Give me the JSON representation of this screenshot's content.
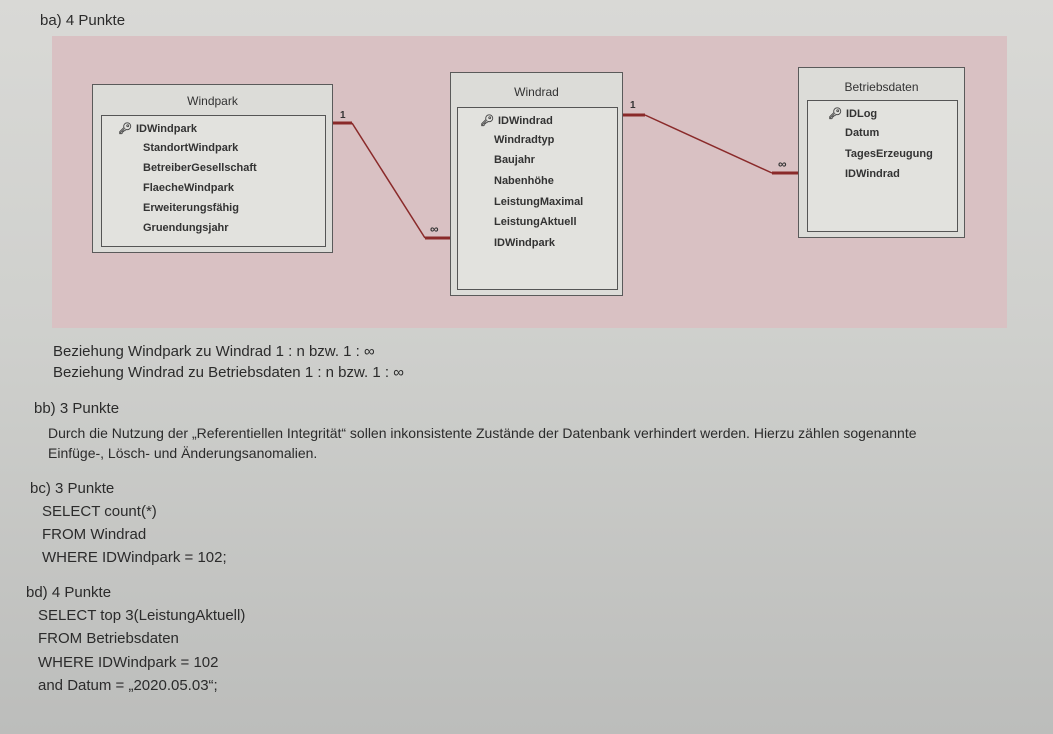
{
  "section_ba": {
    "heading": "ba) 4 Punkte"
  },
  "diagram": {
    "tables": [
      {
        "title": "Windpark",
        "key_field": "IDWindpark",
        "fields": [
          "StandortWindpark",
          "BetreiberGesellschaft",
          "FlaecheWindpark",
          "Erweiterungsfähig",
          "Gruendungsjahr"
        ]
      },
      {
        "title": "Windrad",
        "key_field": "IDWindrad",
        "fields": [
          "Windradtyp",
          "Baujahr",
          "Nabenhöhe",
          "LeistungMaximal",
          "LeistungAktuell",
          "IDWindpark"
        ]
      },
      {
        "title": "Betriebsdaten",
        "key_field": "IDLog",
        "fields": [
          "Datum",
          "TagesErzeugung",
          "IDWindrad"
        ]
      }
    ],
    "relations": [
      {
        "one_label": "1",
        "many_label": "∞"
      },
      {
        "one_label": "1",
        "many_label": "∞"
      }
    ]
  },
  "relations_text": [
    "Beziehung Windpark zu Windrad 1 : n bzw. 1 : ∞",
    "Beziehung Windrad zu Betriebsdaten 1 : n bzw. 1 : ∞"
  ],
  "section_bb": {
    "heading": "bb) 3 Punkte",
    "lines": [
      "Durch die Nutzung der „Referentiellen Integrität“ sollen inkonsistente Zustände der Datenbank verhindert werden. Hierzu zählen sogenannte",
      "Einfüge-, Lösch- und Änderungsanomalien."
    ]
  },
  "section_bc": {
    "heading": "bc) 3 Punkte",
    "lines": [
      "SELECT count(*)",
      "FROM Windrad",
      "WHERE IDWindpark = 102;"
    ]
  },
  "section_bd": {
    "heading": "bd) 4 Punkte",
    "lines": [
      "SELECT top 3(LeistungAktuell)",
      "FROM Betriebsdaten",
      "WHERE IDWindpark = 102",
      "and Datum = „2020.05.03“;"
    ]
  }
}
